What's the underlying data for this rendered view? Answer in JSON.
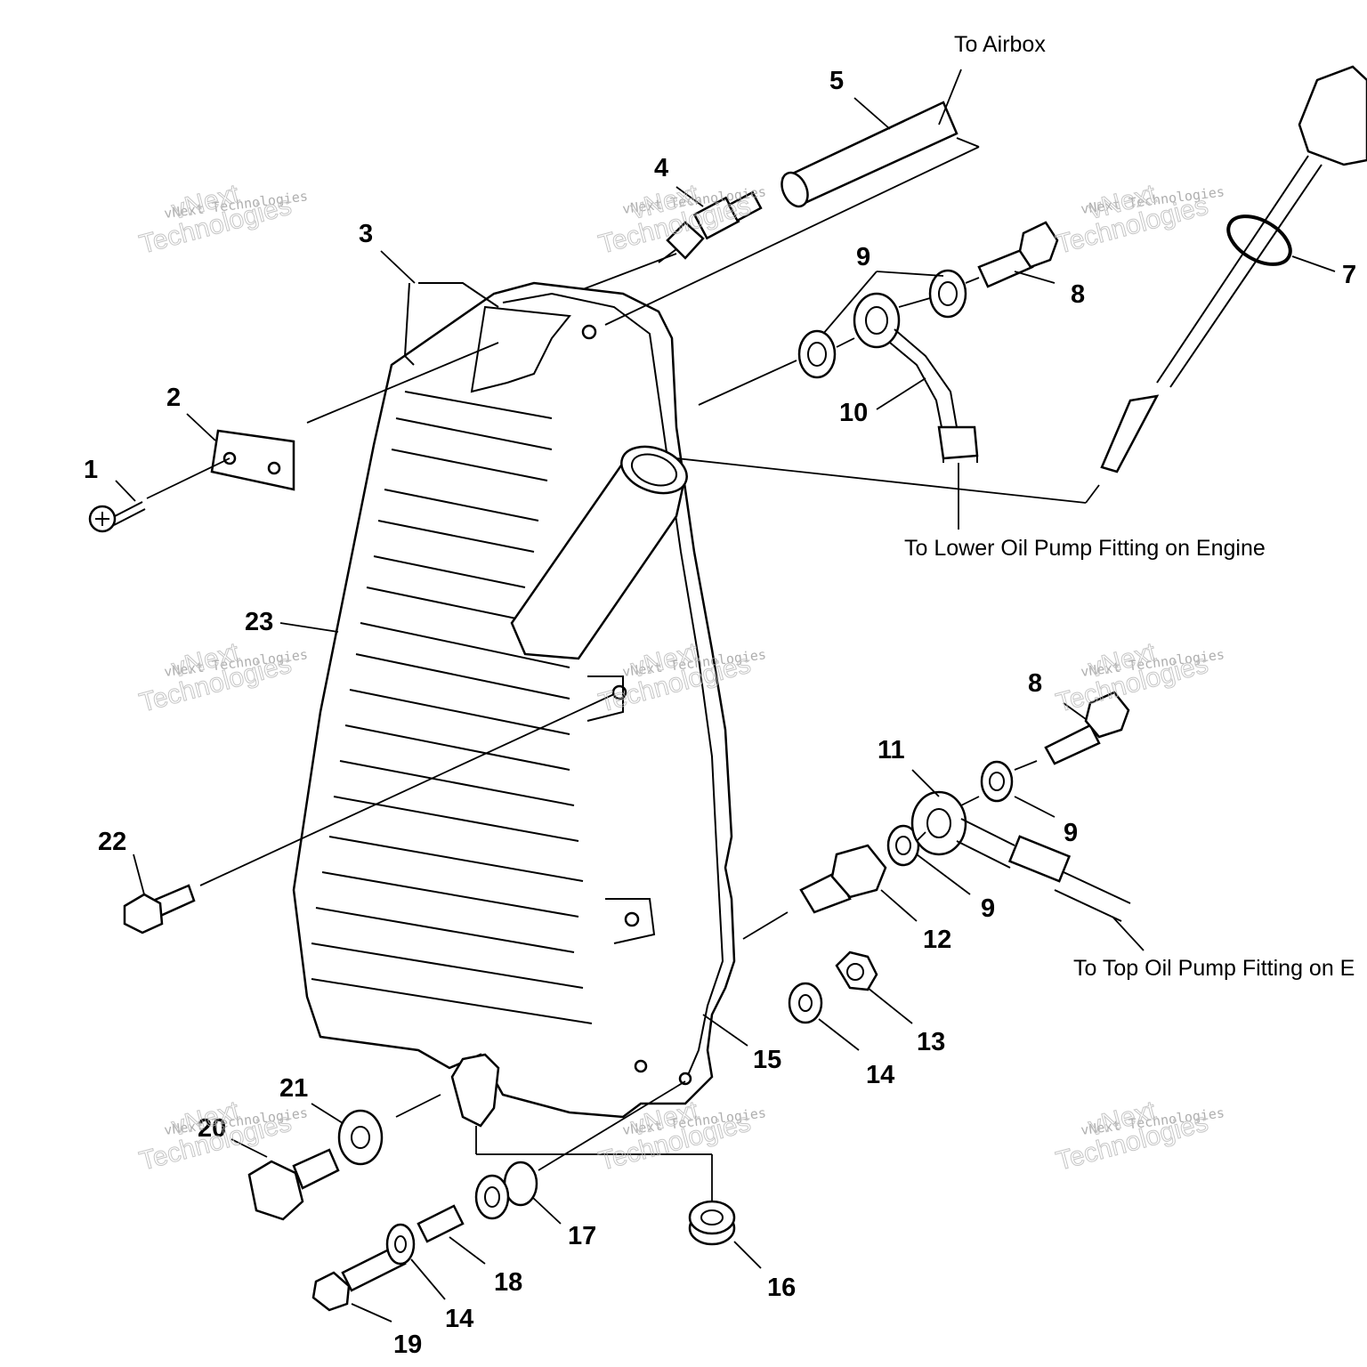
{
  "callouts": {
    "c1": "1",
    "c2": "2",
    "c3": "3",
    "c4": "4",
    "c5": "5",
    "c7": "7",
    "c8a": "8",
    "c8b": "8",
    "c9a": "9",
    "c9b": "9",
    "c9c": "9",
    "c10": "10",
    "c11": "11",
    "c12": "12",
    "c13": "13",
    "c14a": "14",
    "c14b": "14",
    "c15": "15",
    "c16": "16",
    "c17": "17",
    "c18": "18",
    "c19": "19",
    "c20": "20",
    "c21": "21",
    "c22": "22",
    "c23": "23"
  },
  "notes": {
    "airbox": "To Airbox",
    "lower_pump": "To Lower Oil Pump Fitting on Engine",
    "top_pump": "To Top Oil Pump Fitting on E"
  },
  "watermark": {
    "line_small": "vNext Technologies",
    "line_big_1": "vNext",
    "line_big_2": "Technologies"
  }
}
